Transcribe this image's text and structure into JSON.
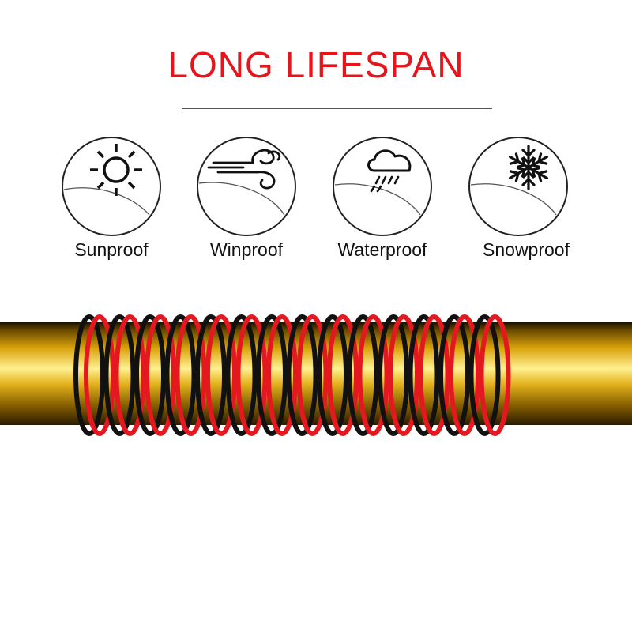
{
  "title": "LONG LIFESPAN",
  "colors": {
    "title": "#e8141b",
    "divider": "#555555",
    "tube_gold": "#d4a10a",
    "wire_red": "#e4191f",
    "wire_black": "#111111"
  },
  "features": [
    {
      "label": "Sunproof",
      "icon": "sun-icon"
    },
    {
      "label": "Winproof",
      "icon": "wind-icon"
    },
    {
      "label": "Waterproof",
      "icon": "rain-cloud-icon"
    },
    {
      "label": "Snowproof",
      "icon": "snowflake-icon"
    }
  ]
}
